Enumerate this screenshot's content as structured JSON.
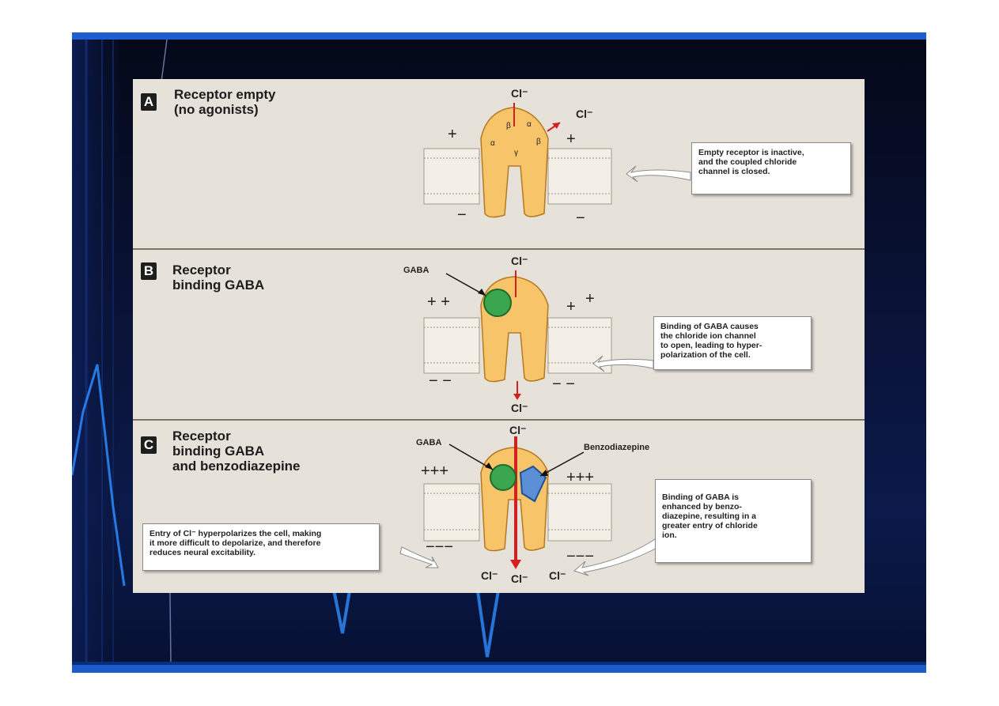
{
  "colors": {
    "slide_background": "#0a1338",
    "slide_bar": "#1d5fd0",
    "figure_background": "#e7e2d9",
    "receptor": "#f7c46a",
    "chloride_arrow": "#d32020",
    "gaba": "#3aa64e",
    "benzodiazepine": "#5b8fd6"
  },
  "panels": [
    {
      "badge": "A",
      "title": "Receptor empty\n(no agonists)",
      "ion_top": "Cl⁻",
      "ion_side": "Cl⁻",
      "subunits": [
        "α",
        "β",
        "α",
        "γ",
        "β"
      ],
      "charges_top_left": "+",
      "charges_top_right": "+",
      "charges_bottom_left": "−",
      "charges_bottom_right": "−",
      "callout": "Empty receptor is inactive,\nand the coupled chloride\nchannel is closed."
    },
    {
      "badge": "B",
      "title": "Receptor\nbinding GABA",
      "ligand_label": "GABA",
      "ion_top": "Cl⁻",
      "ion_bottom": "Cl⁻",
      "charges_top_left": "+ +",
      "charges_top_right": "+",
      "charges_top_right_2": "+",
      "charges_bottom_left": "− −",
      "charges_bottom_right": "− −",
      "callout": "Binding of GABA causes\nthe chloride ion channel\nto open, leading to hyper-\npolarization of the cell."
    },
    {
      "badge": "C",
      "title": "Receptor\nbinding GABA\nand benzodiazepine",
      "ligand_label": "GABA",
      "ligand2_label": "Benzodiazepine",
      "ion_top": "Cl⁻",
      "ion_bottom_left": "Cl⁻",
      "ion_bottom_center": "Cl⁻",
      "ion_bottom_right": "Cl⁻",
      "charges_top_left": "+++",
      "charges_top_right": "+++",
      "charges_bottom_left": "−−−",
      "charges_bottom_right": "−−−",
      "callout_left": "Entry of Cl⁻ hyperpolarizes the cell, making\nit more difficult to depolarize, and therefore\nreduces neural excitability.",
      "callout_right": "Binding of GABA is\nenhanced by benzo-\ndiazepine, resulting in a\ngreater entry of chloride\nion."
    }
  ]
}
